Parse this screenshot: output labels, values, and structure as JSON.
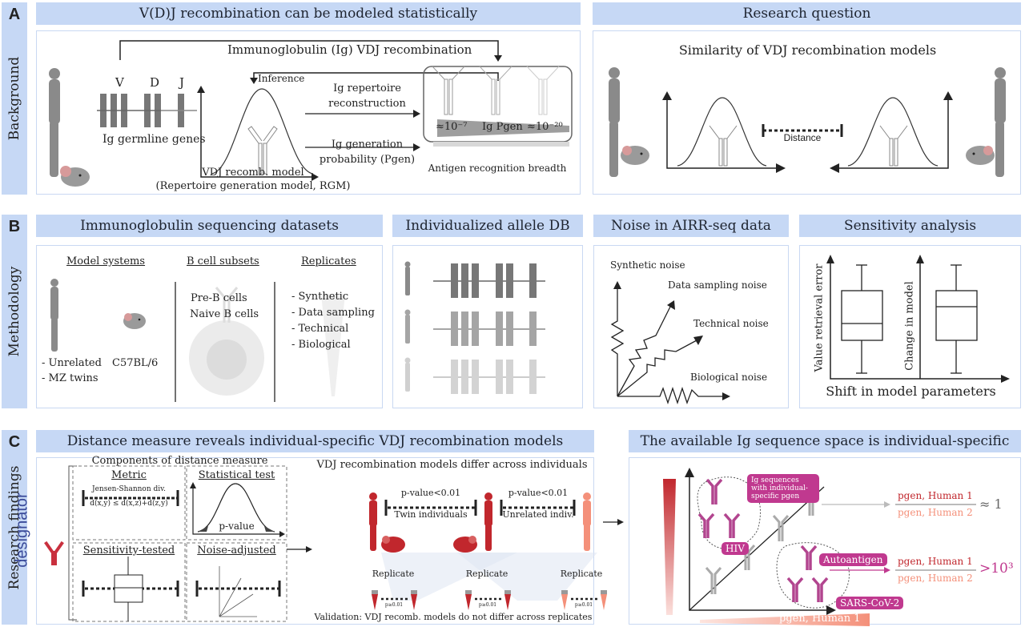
{
  "sections": {
    "a": {
      "letter": "A",
      "label": "Background",
      "header_left": "V(D)J recombination can be modeled statistically",
      "header_right": "Research question",
      "vdj_label": "Immunoglobulin (Ig) VDJ recombination",
      "gene_letters": [
        "V",
        "D",
        "J"
      ],
      "germline_label": "Ig germline genes",
      "inference_label": "Inference",
      "repertoire_label_1": "Ig repertoire",
      "repertoire_label_2": "reconstruction",
      "generation_label_1": "Ig generation",
      "generation_label_2": "probability (Pgen)",
      "model_label_1": "VDJ recomb. model",
      "model_label_2": "(Repertoire generation model, RGM)",
      "pgen_high": "≈10⁻⁷",
      "pgen_label": "Ig Pgen",
      "pgen_low": "≈10⁻²⁰",
      "breadth_label": "Antigen recognition breadth",
      "question_title": "Similarity of VDJ recombination models",
      "distance_label": "Distance"
    },
    "b": {
      "letter": "B",
      "label": "Methodology",
      "datasets_header": "Immunoglobulin sequencing datasets",
      "model_systems_title": "Model systems",
      "model_systems_items": [
        "- Unrelated",
        "- MZ twins"
      ],
      "mouse_strain": "C57BL/6",
      "bcell_title": "B  cell subsets",
      "bcell_items": [
        "Pre-B cells",
        "Naive B cells"
      ],
      "replicates_title": "Replicates",
      "replicates_items": [
        "- Synthetic",
        "- Data sampling",
        "- Technical",
        "- Biological"
      ],
      "allele_header": "Individualized allele DB",
      "noise_header": "Noise in AIRR-seq data",
      "noise_labels": [
        "Synthetic noise",
        "Data sampling noise",
        "Technical noise",
        "Biological noise"
      ],
      "sensitivity_header": "Sensitivity analysis",
      "sens_ylabel_1": "Value retrieval error",
      "sens_ylabel_2": "Change in model",
      "sens_xlabel": "Shift in model parameters"
    },
    "c": {
      "letter": "C",
      "label": "Research findings",
      "header_left": "Distance measure reveals individual-specific VDJ recombination models",
      "header_right": "The available Ig sequence space is individual-specific",
      "components_title": "Components of distance measure",
      "metric_title": "Metric",
      "metric_line_1": "Jensen-Shannon div.",
      "metric_line_2": "d(x,y) ≤ d(x,z)+d(z,y)",
      "stat_title": "Statistical test",
      "pvalue_label": "p-value",
      "sens_title": "Sensitivity-tested",
      "noise_title": "Noise-adjusted",
      "logo_text": "designator",
      "differ_title": "VDJ recombination models differ across individuals",
      "twin_p": "p-value<0.01",
      "twin_label": "Twin individuals",
      "unrelated_p": "p-value<0.01",
      "unrelated_label": "Unrelated indiv.",
      "replicate_label": "Replicate",
      "replicate_p": "p≥0.01",
      "validation_label": "Validation: VDJ recomb. models do not differ across replicates",
      "space_ylabel": "pgen, Human 2",
      "space_xlabel": "pgen, Human 1",
      "callout_label": "Ig sequences  with individual-specific pgen",
      "hiv_label": "HIV",
      "autoantigen_label": "Autoantigen",
      "sars_label": "SARS-CoV-2",
      "ratio_num": "pgen, Human 1",
      "ratio_den": "pgen, Human 2",
      "ratio_similar": "≈ 1",
      "ratio_specific": ">10³"
    }
  },
  "colors": {
    "header_bg": "#c6d8f5",
    "panel_border": "#c9d8f2",
    "human1_red": "#c1272d",
    "human2_salmon": "#f4907a",
    "specific_magenta": "#c0398f",
    "gene_gray": "#7a7a7a",
    "logo_blue": "#3b4b9a"
  }
}
